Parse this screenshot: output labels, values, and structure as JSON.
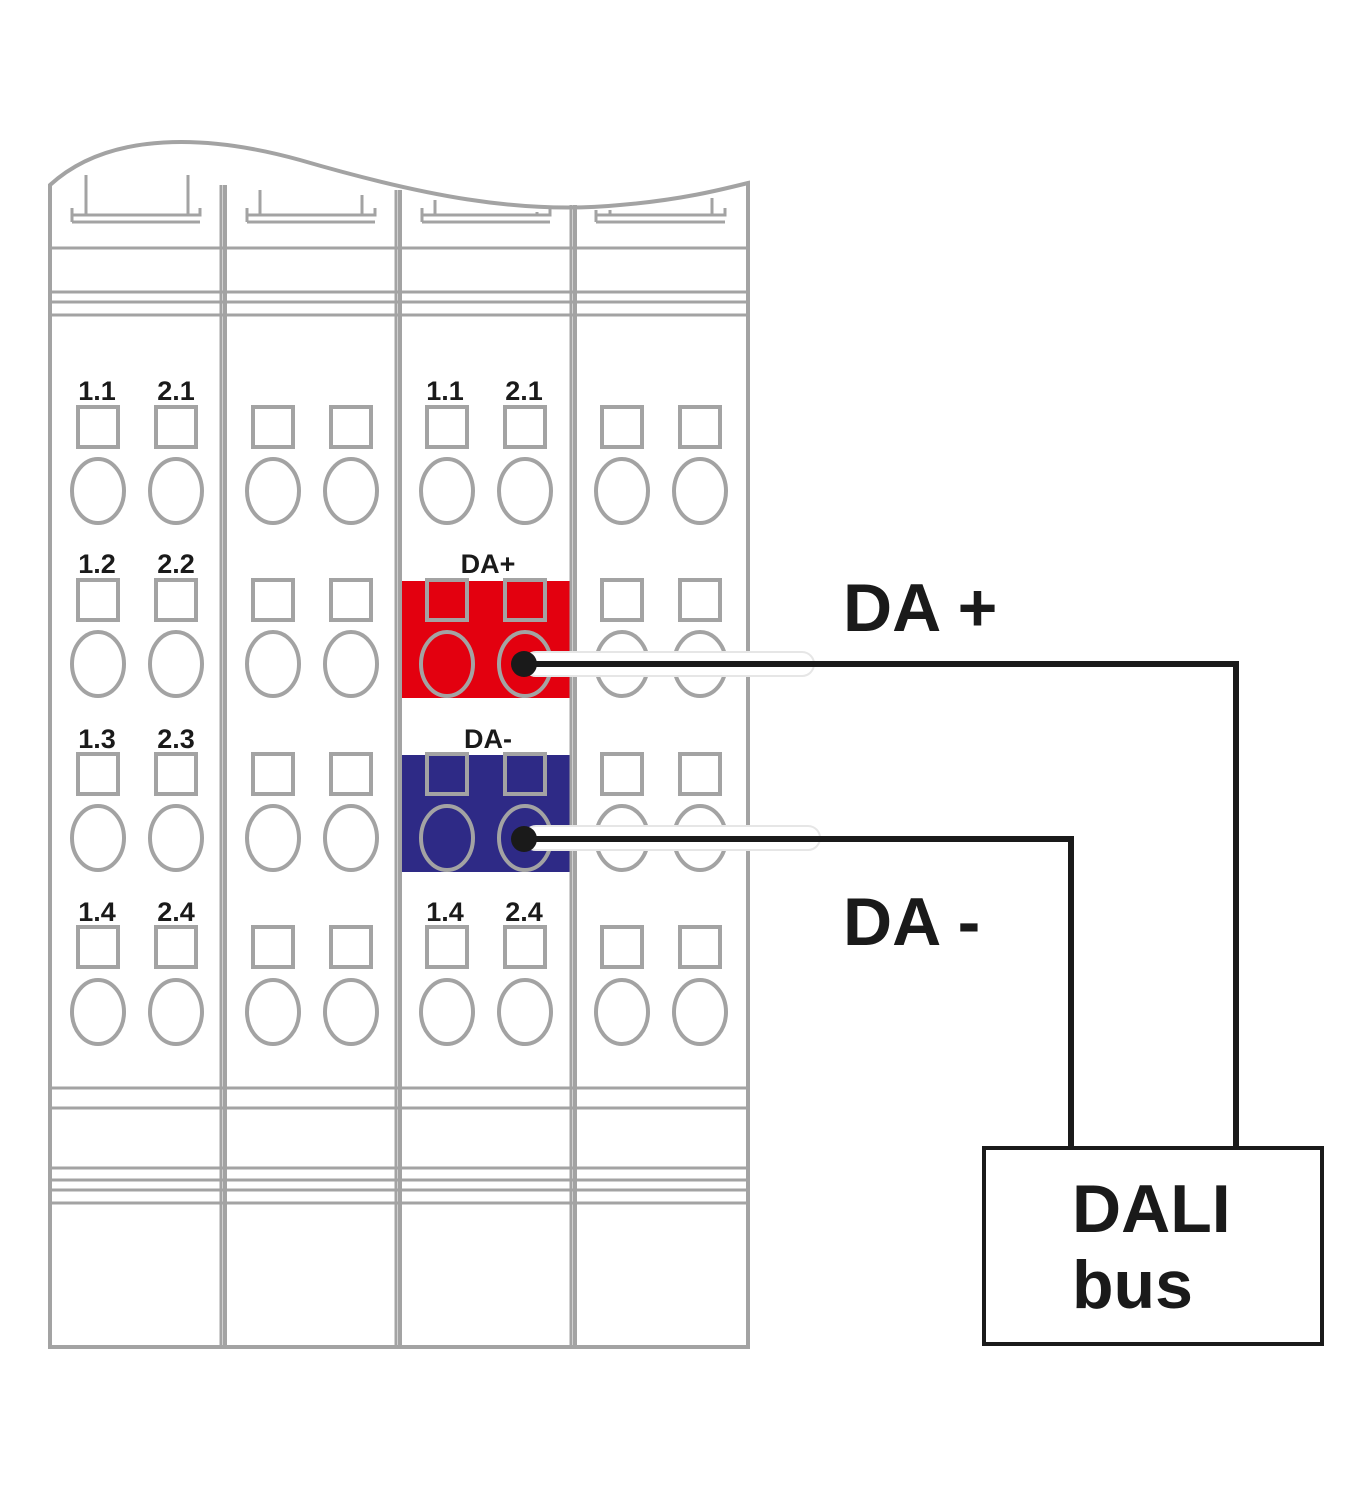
{
  "modules": [
    {
      "id": "module-1",
      "labels": [
        "1.1",
        "2.1",
        "1.2",
        "2.2",
        "1.3",
        "2.3",
        "1.4",
        "2.4"
      ]
    },
    {
      "id": "module-2",
      "labels": []
    },
    {
      "id": "module-3",
      "labels": [
        "1.1",
        "2.1",
        "DA+",
        "DA-",
        "1.4",
        "2.4"
      ]
    },
    {
      "id": "module-4",
      "labels": []
    }
  ],
  "terminal_labels": {
    "m1_r1_left": "1.1",
    "m1_r1_right": "2.1",
    "m1_r2_left": "1.2",
    "m1_r2_right": "2.2",
    "m1_r3_left": "1.3",
    "m1_r3_right": "2.3",
    "m1_r4_left": "1.4",
    "m1_r4_right": "2.4",
    "m3_r1_left": "1.1",
    "m3_r1_right": "2.1",
    "m3_r2_center": "DA+",
    "m3_r3_center": "DA-",
    "m3_r4_left": "1.4",
    "m3_r4_right": "2.4"
  },
  "connections": {
    "da_plus": {
      "label": "DA +",
      "color": "#e3000f"
    },
    "da_minus": {
      "label": "DA -",
      "color": "#2e2a86"
    }
  },
  "bus_box": {
    "line1": "DALI",
    "line2": "bus"
  },
  "colors": {
    "housing": "#a3a3a3",
    "wire": "#1a1a1a",
    "da_plus": "#e3000f",
    "da_minus": "#2e2a86"
  }
}
